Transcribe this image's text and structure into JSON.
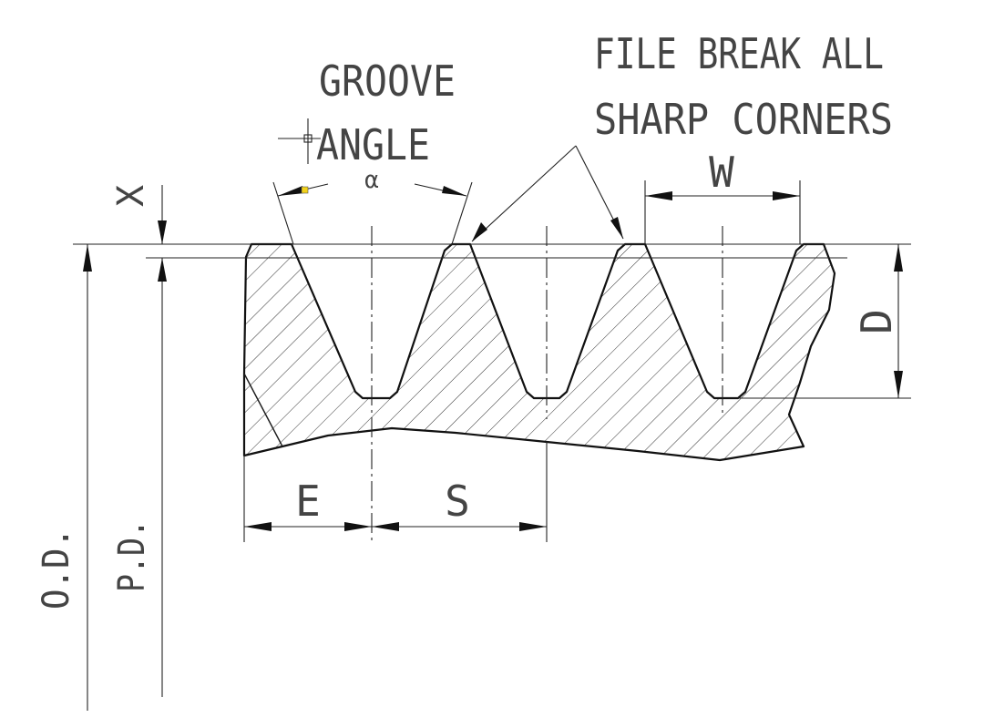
{
  "labels": {
    "groove": "GROOVE",
    "angle": "ANGLE",
    "alpha": "α",
    "file_break_1": "FILE BREAK ALL",
    "file_break_2": "SHARP CORNERS",
    "w": "W",
    "x": "X",
    "d": "D",
    "e": "E",
    "s": "S",
    "od": "O.D.",
    "pd": "P.D."
  },
  "colors": {
    "line": "#111111",
    "text": "#444444",
    "marker": "#f2d21b"
  }
}
